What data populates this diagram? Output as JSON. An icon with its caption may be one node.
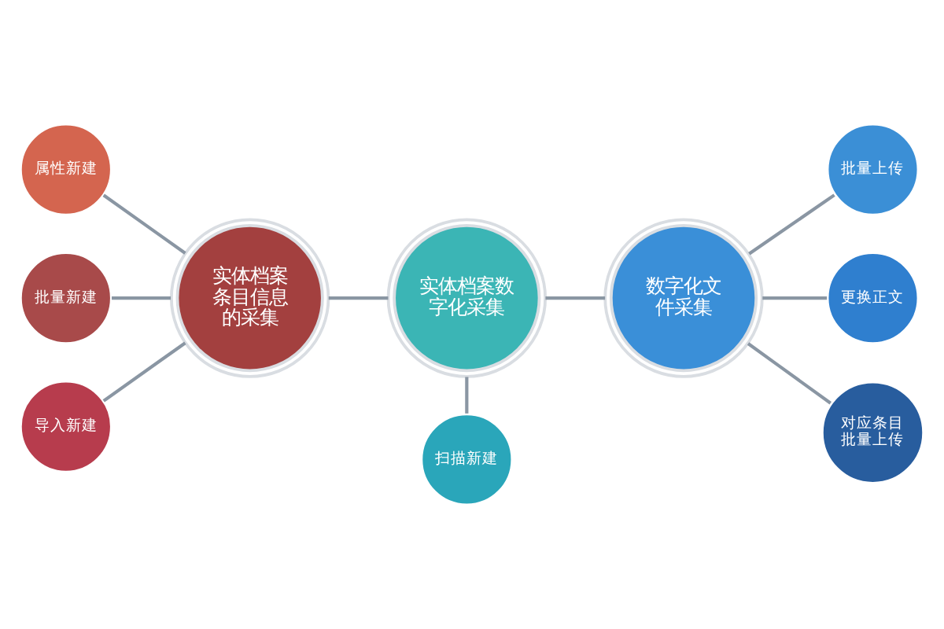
{
  "diagram": {
    "nodes": [
      {
        "text": [
          "实体档案数字化采集"
        ]
      },
      {
        "text": [
          "实体档案条目信息的采集"
        ]
      },
      {
        "text": [
          "属性新建"
        ]
      },
      {
        "text": [
          "批量新建"
        ]
      },
      {
        "text": [
          "导入新建"
        ]
      },
      {
        "text": [
          "扫描新建"
        ]
      },
      {
        "text": [
          "数字化文件采集"
        ]
      },
      {
        "text": [
          "批量上传"
        ]
      },
      {
        "text": [
          "更换正文"
        ]
      },
      {
        "text": [
          "对应条目批量上传"
        ]
      }
    ],
    "edges": [
      {
        "from": 2,
        "to": 1,
        "arrow": "none"
      },
      {
        "from": 3,
        "to": 1,
        "arrow": "none"
      },
      {
        "from": 4,
        "to": 1,
        "arrow": "none"
      },
      {
        "from": 1,
        "to": 0,
        "arrow": "none"
      },
      {
        "from": 0,
        "to": 5,
        "arrow": "none"
      },
      {
        "from": 0,
        "to": 6,
        "arrow": "none"
      },
      {
        "from": 6,
        "to": 7,
        "arrow": "none"
      },
      {
        "from": 6,
        "to": 8,
        "arrow": "none"
      },
      {
        "from": 6,
        "to": 9,
        "arrow": "none"
      }
    ]
  }
}
